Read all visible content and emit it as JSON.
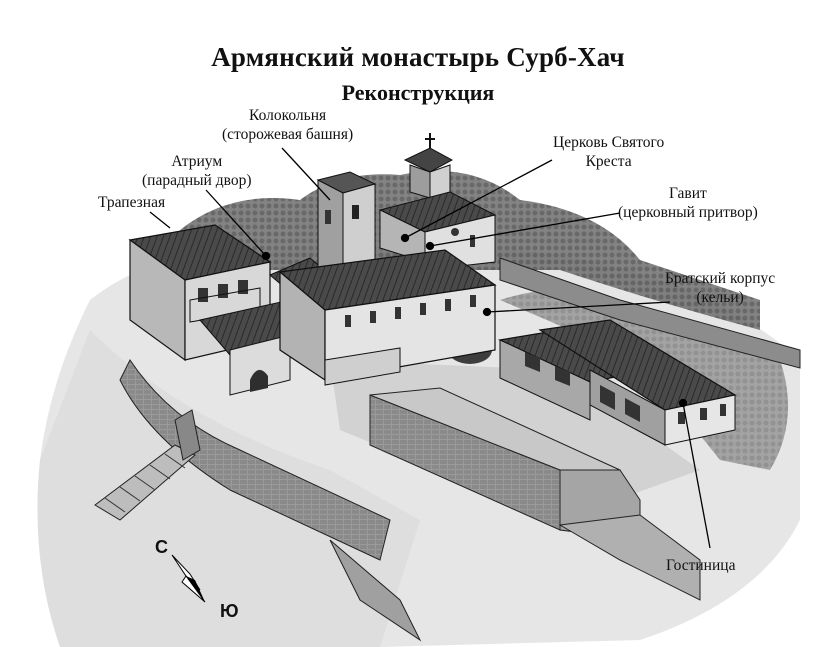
{
  "title": "Армянский монастырь Сурб-Хач",
  "subtitle": "Реконструкция",
  "labels": {
    "bell_tower_1": "Колокольня",
    "bell_tower_2": "(сторожевая башня)",
    "atrium_1": "Атриум",
    "atrium_2": "(парадный двор)",
    "refectory": "Трапезная",
    "church_1": "Церковь Святого",
    "church_2": "Креста",
    "gavit_1": "Гавит",
    "gavit_2": "(церковный притвор)",
    "cells_1": "Братский корпус",
    "cells_2": "(кельи)",
    "hotel": "Гостиница"
  },
  "compass": {
    "north": "С",
    "south": "Ю"
  }
}
